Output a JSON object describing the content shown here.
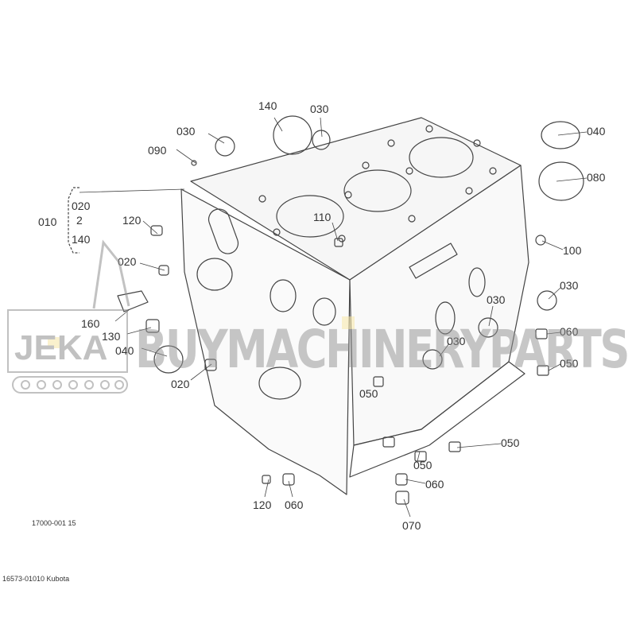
{
  "diagram": {
    "figure_code": "17000-001 15",
    "part_number": "16573-01010 Kubota",
    "watermark": {
      "logo": "JEKA",
      "text": "BUYMACHINERYPARTS"
    },
    "callouts": {
      "c140_top": "140",
      "c030_top": "030",
      "c030_left": "030",
      "c090": "090",
      "c010": "010",
      "c020_bracket": "020",
      "c140_bracket": "140",
      "range_mark": "2",
      "c120_left": "120",
      "c110": "110",
      "c020_mid": "020",
      "c160": "160",
      "c130": "130",
      "c040_left": "040",
      "c020_low": "020",
      "c040_right": "040",
      "c080": "080",
      "c100": "100",
      "c030_r1": "030",
      "c030_r2": "030",
      "c030_r3": "030",
      "c060_r1": "060",
      "c050_r1": "050",
      "c050_mid": "050",
      "c050_r2": "050",
      "c050_low": "050",
      "c060_low": "060",
      "c120_bottom": "120",
      "c060_bottom": "060",
      "c070": "070"
    }
  }
}
